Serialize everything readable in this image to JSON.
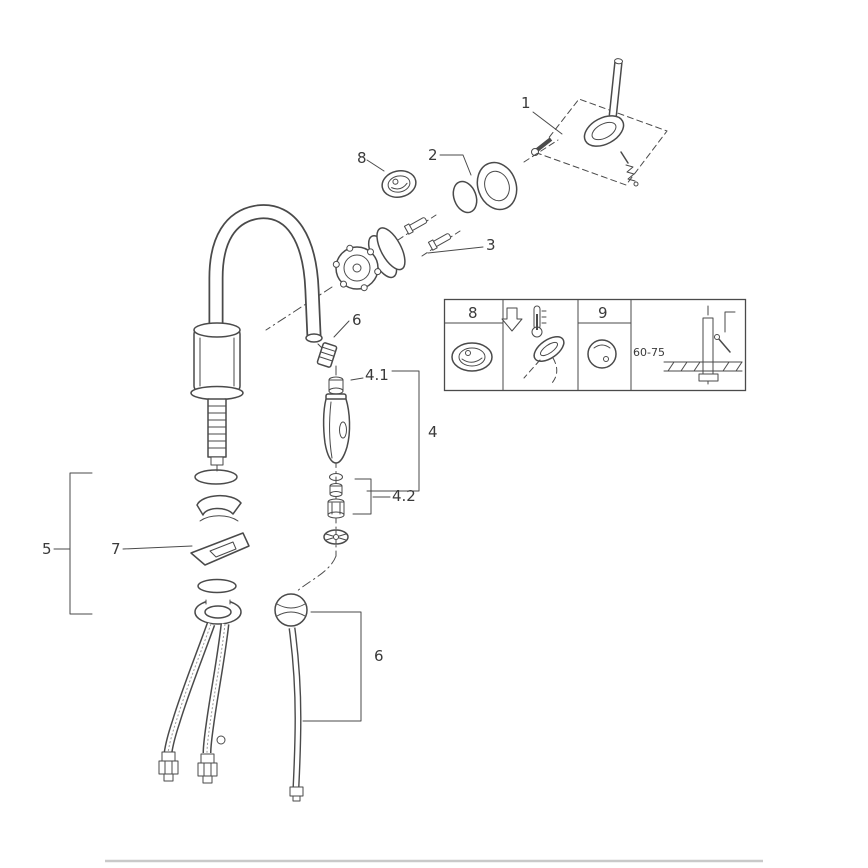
{
  "callouts": {
    "part1": "1",
    "part2": "2",
    "part3": "3",
    "part4": "4",
    "part4_1": "4.1",
    "part4_2": "4.2",
    "part5": "5",
    "part6_upper": "6",
    "part6_lower": "6",
    "part7": "7",
    "part8": "8"
  },
  "legend": {
    "cap_cell_label": "8",
    "knob_cell_label": "9",
    "mounting_range": "60-75"
  },
  "colors": {
    "line": "#4a4a4a",
    "separator": "#c9c9c9",
    "background": "#ffffff"
  },
  "icons": {
    "legend_cells": [
      "dome-cap-icon",
      "down-arrow-icon",
      "thermometer-icon",
      "lever-handle-icon",
      "round-knob-icon",
      "counter-mount-icon"
    ]
  }
}
